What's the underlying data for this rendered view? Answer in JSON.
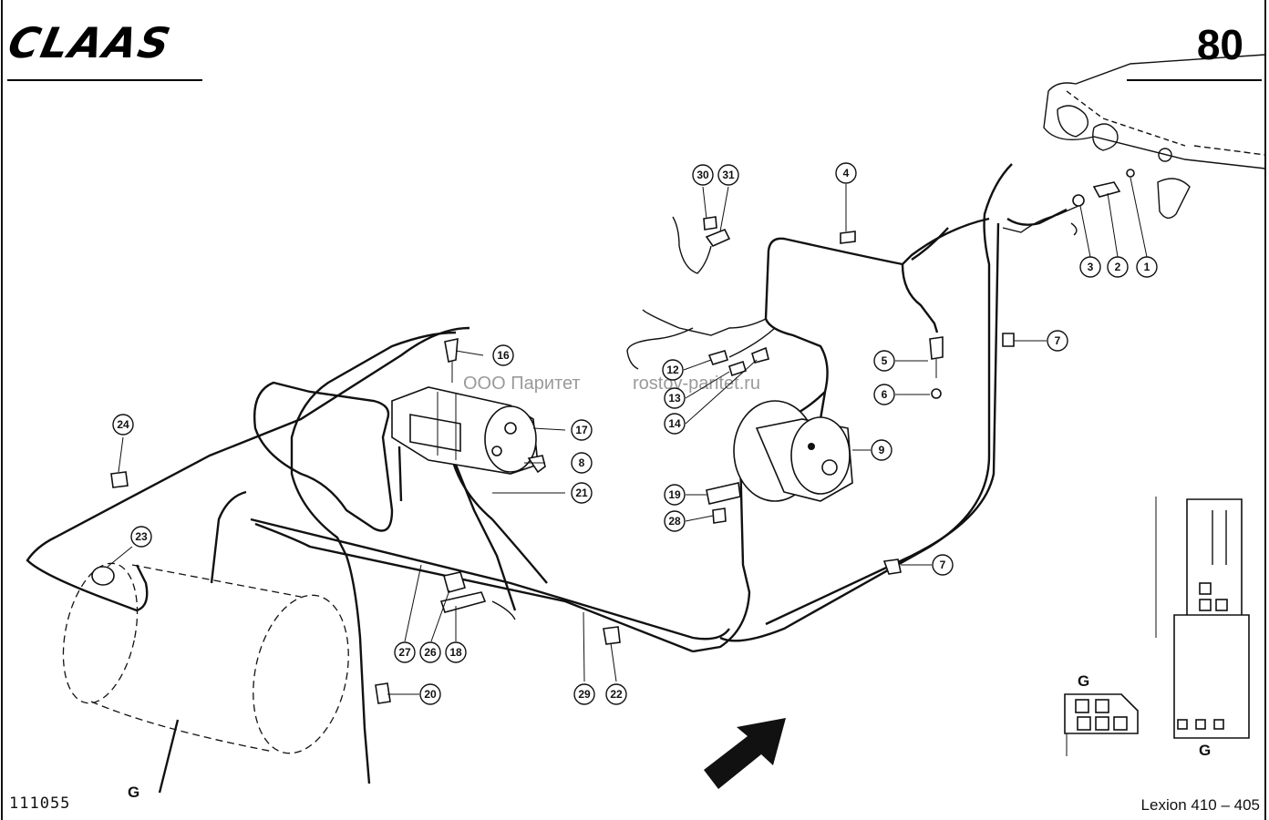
{
  "header": {
    "brand": "CLAAS",
    "page_number": "80"
  },
  "footer": {
    "drawing_number": "111055",
    "model": "Lexion 410 – 405"
  },
  "watermark": {
    "company": "ООО Паритет",
    "site": "rostov-paritet.ru"
  },
  "view_labels": {
    "main": "G",
    "inset_small": "G",
    "inset_large": "G"
  },
  "callouts": [
    {
      "id": "c1",
      "label": "1"
    },
    {
      "id": "c2",
      "label": "2"
    },
    {
      "id": "c3",
      "label": "3"
    },
    {
      "id": "c4",
      "label": "4"
    },
    {
      "id": "c5",
      "label": "5"
    },
    {
      "id": "c6",
      "label": "6"
    },
    {
      "id": "c7a",
      "label": "7"
    },
    {
      "id": "c7b",
      "label": "7"
    },
    {
      "id": "c8",
      "label": "8"
    },
    {
      "id": "c9",
      "label": "9"
    },
    {
      "id": "c12",
      "label": "12"
    },
    {
      "id": "c13",
      "label": "13"
    },
    {
      "id": "c14",
      "label": "14"
    },
    {
      "id": "c16",
      "label": "16"
    },
    {
      "id": "c17",
      "label": "17"
    },
    {
      "id": "c18",
      "label": "18"
    },
    {
      "id": "c19",
      "label": "19"
    },
    {
      "id": "c20",
      "label": "20"
    },
    {
      "id": "c21",
      "label": "21"
    },
    {
      "id": "c22",
      "label": "22"
    },
    {
      "id": "c23",
      "label": "23"
    },
    {
      "id": "c24",
      "label": "24"
    },
    {
      "id": "c26",
      "label": "26"
    },
    {
      "id": "c27",
      "label": "27"
    },
    {
      "id": "c28",
      "label": "28"
    },
    {
      "id": "c29",
      "label": "29"
    },
    {
      "id": "c30",
      "label": "30"
    },
    {
      "id": "c31",
      "label": "31"
    }
  ]
}
